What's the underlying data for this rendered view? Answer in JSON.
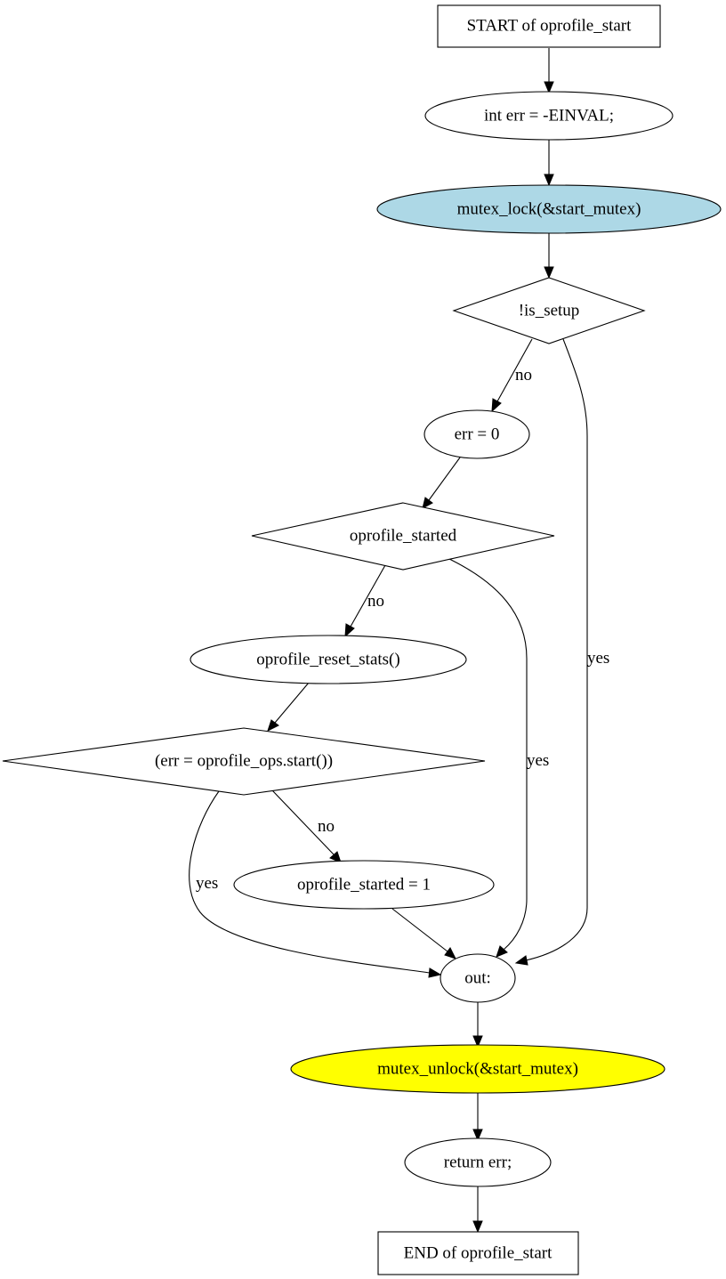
{
  "diagram": {
    "colors": {
      "lock_fill": "#add8e6",
      "unlock_fill": "#ffff00",
      "default_fill": "#ffffff",
      "stroke": "#000000"
    },
    "nodes": {
      "start": "START of oprofile_start",
      "init_err": "int err = -EINVAL;",
      "mutex_lock": "mutex_lock(&start_mutex)",
      "is_setup": "!is_setup",
      "err_zero": "err = 0",
      "oprofile_started": "oprofile_started",
      "reset_stats": "oprofile_reset_stats()",
      "ops_start": "(err = oprofile_ops.start())",
      "set_started": "oprofile_started = 1",
      "out": "out:",
      "mutex_unlock": "mutex_unlock(&start_mutex)",
      "return_err": "return err;",
      "end": "END of oprofile_start"
    },
    "edge_labels": {
      "is_setup_no": "no",
      "is_setup_yes": "yes",
      "started_no": "no",
      "started_yes": "yes",
      "ops_no": "no",
      "ops_yes": "yes"
    }
  }
}
